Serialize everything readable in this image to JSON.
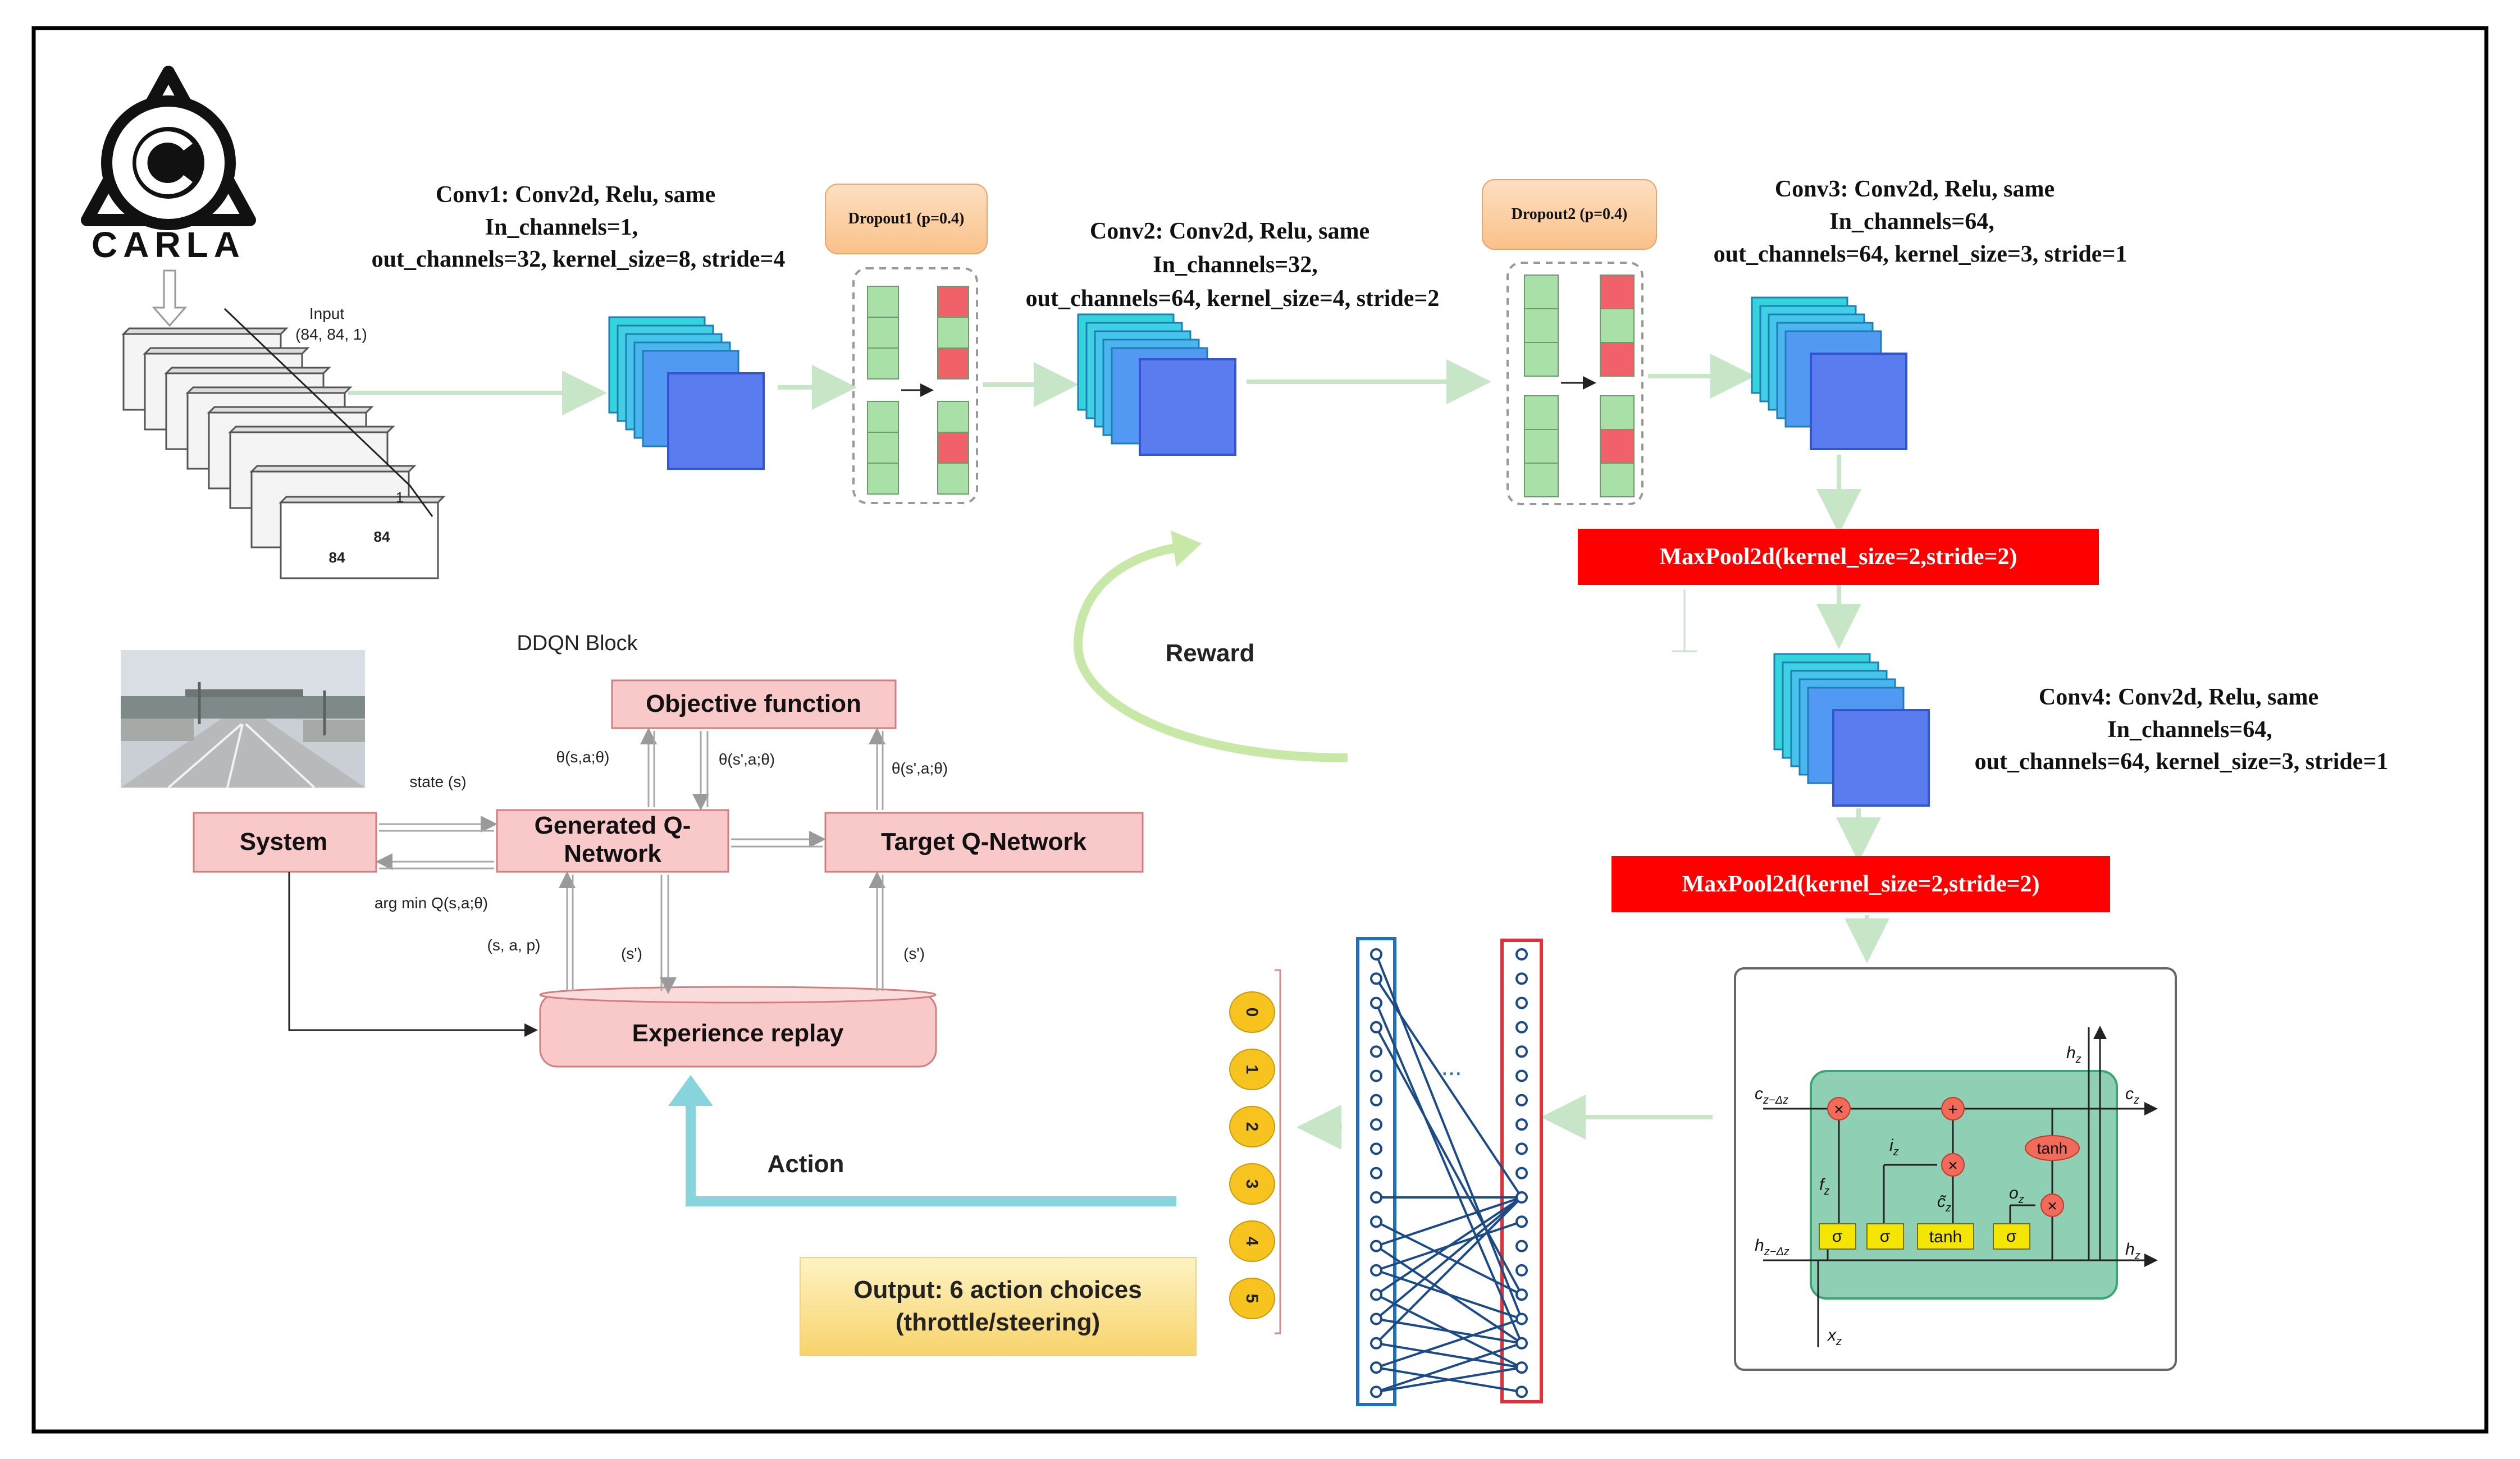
{
  "logo": {
    "text": "CARLA"
  },
  "input": {
    "label": "Input",
    "shape": "(84, 84, 1)",
    "dim_depth": "1",
    "dim_width": "84",
    "dim_height": "84"
  },
  "conv1": {
    "line1": "Conv1: Conv2d, Relu, same",
    "line2": "In_channels=1,",
    "line3": "out_channels=32, kernel_size=8, stride=4"
  },
  "dropout1": {
    "label": "Dropout1 (p=0.4)"
  },
  "conv2": {
    "line1": "Conv2: Conv2d, Relu, same",
    "line2": "In_channels=32,",
    "line3": "out_channels=64, kernel_size=4, stride=2"
  },
  "dropout2": {
    "label": "Dropout2 (p=0.4)"
  },
  "conv3": {
    "line1": "Conv3: Conv2d, Relu, same",
    "line2": "In_channels=64,",
    "line3": "out_channels=64, kernel_size=3, stride=1"
  },
  "maxpool1": {
    "label": "MaxPool2d(kernel_size=2,stride=2)"
  },
  "conv4": {
    "line1": "Conv4: Conv2d, Relu, same",
    "line2": "In_channels=64,",
    "line3": "out_channels=64, kernel_size=3, stride=1"
  },
  "maxpool2": {
    "label": "MaxPool2d(kernel_size=2,stride=2)"
  },
  "reward": {
    "label": "Reward"
  },
  "ddqn": {
    "title": "DDQN Block",
    "objective": "Objective function",
    "generated_q_line1": "Generated Q-",
    "generated_q_line2": "Network",
    "target_q": "Target Q-Network",
    "system": "System",
    "experience": "Experience replay",
    "lbl_theta_sa": "θ(s,a;θ)",
    "lbl_theta_spa": "θ(s',a;θ)",
    "lbl_theta_spa2": "θ(s',a;θ)",
    "lbl_state": "state (s)",
    "lbl_argmin": "arg min Q(s,a;θ)",
    "lbl_sap": "(s, a, p)",
    "lbl_sprime1": "(s')",
    "lbl_sprime2": "(s')"
  },
  "action": {
    "label": "Action"
  },
  "output": {
    "line1": "Output: 6 action choices",
    "line2": "(throttle/steering)",
    "choices": [
      "0",
      "1",
      "2",
      "3",
      "4",
      "5"
    ]
  },
  "fc": {
    "ellipsis": "..."
  },
  "lstm": {
    "c_in": "c",
    "c_in_sub": "z−Δz",
    "c_out": "c",
    "c_out_sub": "z",
    "h_in": "h",
    "h_in_sub": "z−Δz",
    "h_out": "h",
    "h_out_sub": "z",
    "h_top": "h",
    "h_top_sub": "z",
    "x_in": "x",
    "x_in_sub": "z",
    "f": "f",
    "f_sub": "z",
    "i": "i",
    "i_sub": "z",
    "c_tilde": "c̃",
    "c_tilde_sub": "z",
    "o": "o",
    "o_sub": "z",
    "sigma": "σ",
    "tanh": "tanh",
    "times": "×",
    "plus": "+"
  }
}
